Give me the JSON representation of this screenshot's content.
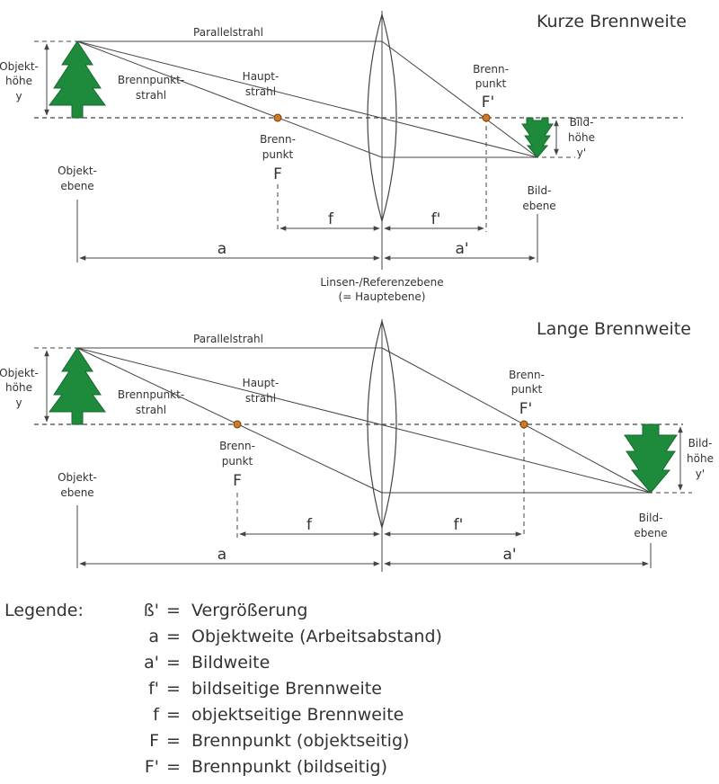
{
  "top_panel": {
    "title": "Kurze Brennweite",
    "parallel_ray": "Parallelstrahl",
    "chief_ray": [
      "Haupt-",
      "strahl"
    ],
    "focal_ray": [
      "Brennpunkt-",
      "strahl"
    ],
    "object_height": [
      "Objekt-",
      "höhe",
      "y"
    ],
    "object_plane": [
      "Objekt-",
      "ebene"
    ],
    "focal_point_F": [
      "Brenn-",
      "punkt",
      "F"
    ],
    "focal_point_F_prime": [
      "Brenn-",
      "punkt",
      "F'"
    ],
    "image_height": [
      "Bild-",
      "höhe",
      "y'"
    ],
    "image_plane": [
      "Bild-",
      "ebene"
    ],
    "dim_f": "f",
    "dim_f_prime": "f'",
    "dim_a": "a",
    "dim_a_prime": "a'"
  },
  "lens_plane_label": [
    "Linsen-/Referenzebene",
    "(= Hauptebene)"
  ],
  "bottom_panel": {
    "title": "Lange Brennweite",
    "parallel_ray": "Parallelstrahl",
    "chief_ray": [
      "Haupt-",
      "strahl"
    ],
    "focal_ray": [
      "Brennpunkt-",
      "strahl"
    ],
    "object_height": [
      "Objekt-",
      "höhe",
      "y"
    ],
    "object_plane": [
      "Objekt-",
      "ebene"
    ],
    "focal_point_F": [
      "Brenn-",
      "punkt",
      "F"
    ],
    "focal_point_F_prime": [
      "Brenn-",
      "punkt",
      "F'"
    ],
    "image_height": [
      "Bild-",
      "höhe",
      "y'"
    ],
    "image_plane": [
      "Bild-",
      "ebene"
    ],
    "dim_f": "f",
    "dim_f_prime": "f'",
    "dim_a": "a",
    "dim_a_prime": "a'"
  },
  "legend": {
    "heading": "Legende:",
    "entries": [
      {
        "symbol": "ß'",
        "equals": "=",
        "text": "Vergrößerung"
      },
      {
        "symbol": "a",
        "equals": "=",
        "text": "Objektweite (Arbeitsabstand)"
      },
      {
        "symbol": "a'",
        "equals": "=",
        "text": "Bildweite"
      },
      {
        "symbol": "f'",
        "equals": "=",
        "text": "bildseitige Brennweite"
      },
      {
        "symbol": "f",
        "equals": "=",
        "text": "objektseitige Brennweite"
      },
      {
        "symbol": "F",
        "equals": "=",
        "text": "Brennpunkt (objektseitig)"
      },
      {
        "symbol": "F'",
        "equals": "=",
        "text": "Brennpunkt (bildseitig)"
      }
    ]
  },
  "colors": {
    "tree_fill": "#1e8a3c",
    "focal_point_fill": "#d17a22",
    "line": "#444444",
    "text": "#333333"
  }
}
